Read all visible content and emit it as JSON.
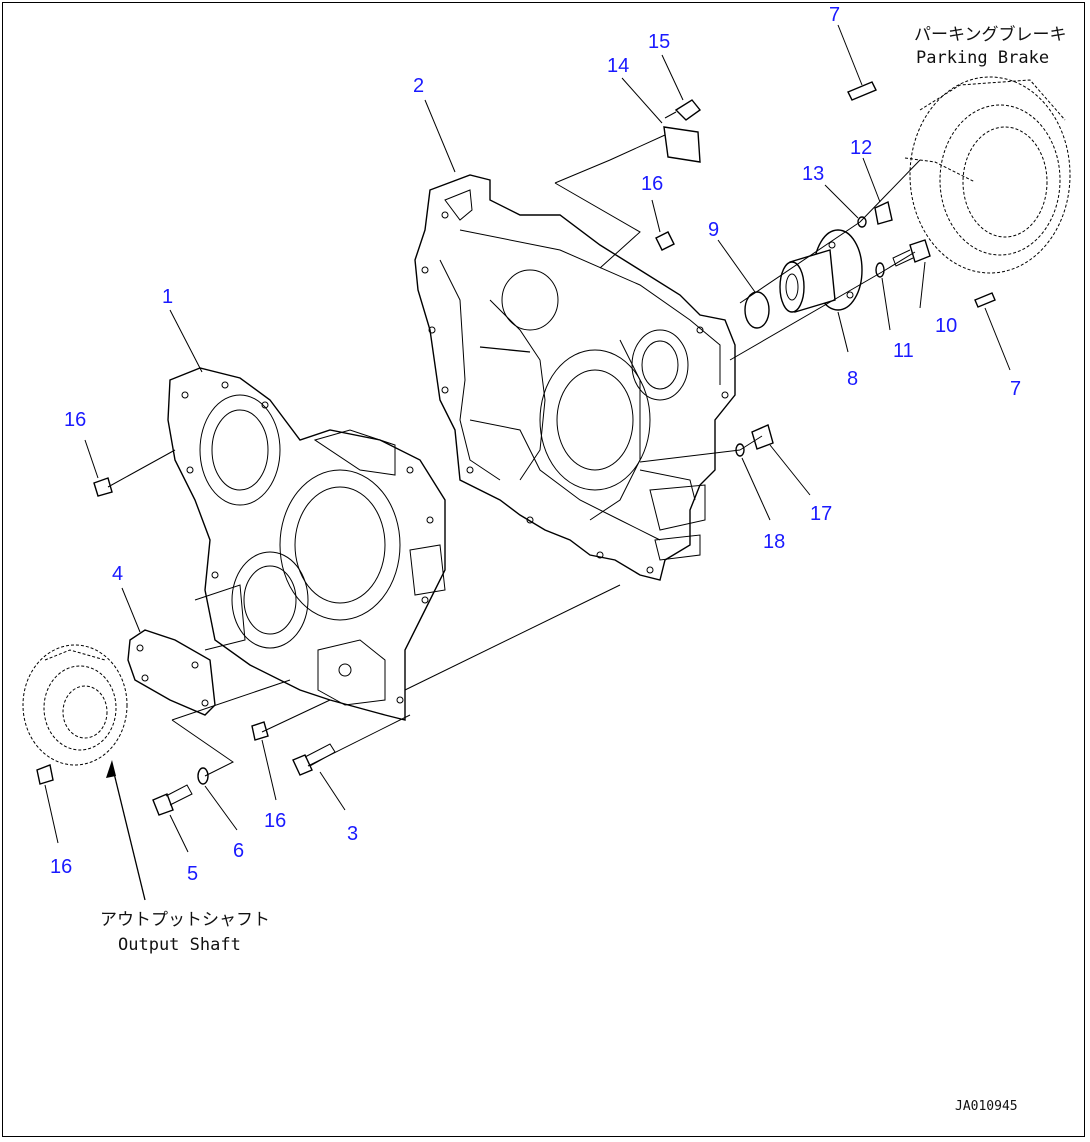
{
  "diagram": {
    "captions": {
      "parking_brake_jp": "パーキングブレーキ",
      "parking_brake_en": "Parking Brake",
      "output_shaft_jp": "アウトプットシャフト",
      "output_shaft_en": "Output Shaft"
    },
    "drawing_code": "JA010945",
    "part_labels": [
      {
        "id": "1",
        "text": "1"
      },
      {
        "id": "2",
        "text": "2"
      },
      {
        "id": "3",
        "text": "3"
      },
      {
        "id": "4",
        "text": "4"
      },
      {
        "id": "5",
        "text": "5"
      },
      {
        "id": "6",
        "text": "6"
      },
      {
        "id": "7a",
        "text": "7"
      },
      {
        "id": "7b",
        "text": "7"
      },
      {
        "id": "8",
        "text": "8"
      },
      {
        "id": "9",
        "text": "9"
      },
      {
        "id": "10",
        "text": "10"
      },
      {
        "id": "11",
        "text": "11"
      },
      {
        "id": "12",
        "text": "12"
      },
      {
        "id": "13",
        "text": "13"
      },
      {
        "id": "14",
        "text": "14"
      },
      {
        "id": "15",
        "text": "15"
      },
      {
        "id": "16a",
        "text": "16"
      },
      {
        "id": "16b",
        "text": "16"
      },
      {
        "id": "16c",
        "text": "16"
      },
      {
        "id": "16d",
        "text": "16"
      },
      {
        "id": "17",
        "text": "17"
      },
      {
        "id": "18",
        "text": "18"
      }
    ]
  }
}
